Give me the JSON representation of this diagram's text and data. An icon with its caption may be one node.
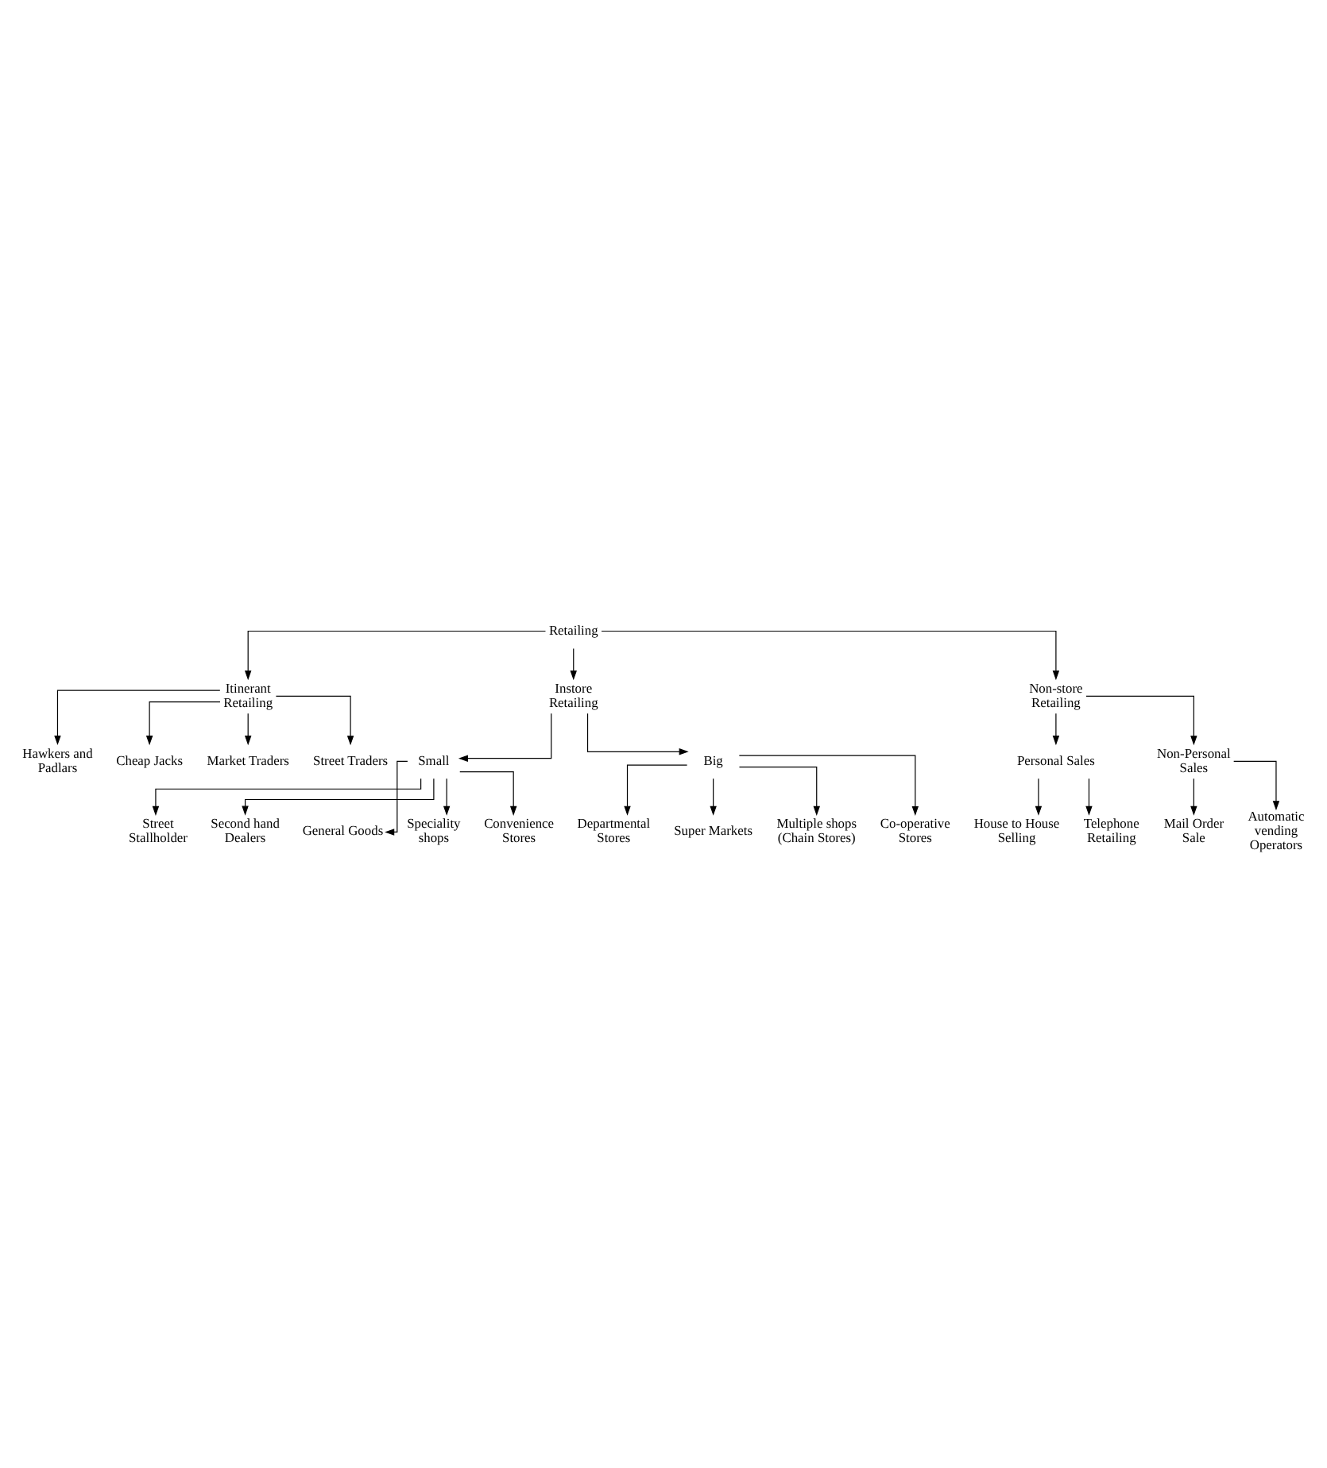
{
  "diagram": {
    "nodes": [
      {
        "text": [
          "Retailing"
        ]
      },
      {
        "text": [
          "Itinerant Retailing"
        ]
      },
      {
        "text": [
          "Instore Retailing"
        ]
      },
      {
        "text": [
          "Non-store Retailing"
        ]
      },
      {
        "text": [
          "Hawkers and Padlars"
        ]
      },
      {
        "text": [
          "Cheap Jacks"
        ]
      },
      {
        "text": [
          "Market Traders"
        ]
      },
      {
        "text": [
          "Street Traders"
        ]
      },
      {
        "text": [
          "Small"
        ]
      },
      {
        "text": [
          "Big"
        ]
      },
      {
        "text": [
          "Street Stallholder"
        ]
      },
      {
        "text": [
          "Second hand Dealers"
        ]
      },
      {
        "text": [
          "General Goods"
        ]
      },
      {
        "text": [
          "Speciality shops"
        ]
      },
      {
        "text": [
          "Convenience Stores"
        ]
      },
      {
        "text": [
          "Departmental Stores"
        ]
      },
      {
        "text": [
          "Super Markets"
        ]
      },
      {
        "text": [
          "Multiple shops (Chain Stores)"
        ]
      },
      {
        "text": [
          "Co-operative Stores"
        ]
      },
      {
        "text": [
          "Personal Sales"
        ]
      },
      {
        "text": [
          "Non-Personal Sales"
        ]
      },
      {
        "text": [
          "House to House Selling"
        ]
      },
      {
        "text": [
          "Telephone Retailing"
        ]
      },
      {
        "text": [
          "Mail Order Sale"
        ]
      },
      {
        "text": [
          "Automatic vending Operators"
        ]
      }
    ],
    "edges": [
      {
        "from": 0,
        "to": 1,
        "arrow": "to"
      },
      {
        "from": 0,
        "to": 2,
        "arrow": "to"
      },
      {
        "from": 0,
        "to": 3,
        "arrow": "to"
      },
      {
        "from": 1,
        "to": 4,
        "arrow": "to"
      },
      {
        "from": 1,
        "to": 5,
        "arrow": "to"
      },
      {
        "from": 1,
        "to": 6,
        "arrow": "to"
      },
      {
        "from": 1,
        "to": 7,
        "arrow": "to"
      },
      {
        "from": 2,
        "to": 8,
        "arrow": "to"
      },
      {
        "from": 2,
        "to": 9,
        "arrow": "to"
      },
      {
        "from": 8,
        "to": 10,
        "arrow": "to"
      },
      {
        "from": 8,
        "to": 11,
        "arrow": "to"
      },
      {
        "from": 8,
        "to": 12,
        "arrow": "to"
      },
      {
        "from": 8,
        "to": 13,
        "arrow": "to"
      },
      {
        "from": 8,
        "to": 14,
        "arrow": "to"
      },
      {
        "from": 9,
        "to": 15,
        "arrow": "to"
      },
      {
        "from": 9,
        "to": 16,
        "arrow": "to"
      },
      {
        "from": 9,
        "to": 17,
        "arrow": "to"
      },
      {
        "from": 9,
        "to": 18,
        "arrow": "to"
      },
      {
        "from": 3,
        "to": 19,
        "arrow": "to"
      },
      {
        "from": 3,
        "to": 20,
        "arrow": "to"
      },
      {
        "from": 19,
        "to": 21,
        "arrow": "to"
      },
      {
        "from": 19,
        "to": 22,
        "arrow": "to"
      },
      {
        "from": 20,
        "to": 23,
        "arrow": "to"
      },
      {
        "from": 20,
        "to": 24,
        "arrow": "to"
      }
    ]
  }
}
